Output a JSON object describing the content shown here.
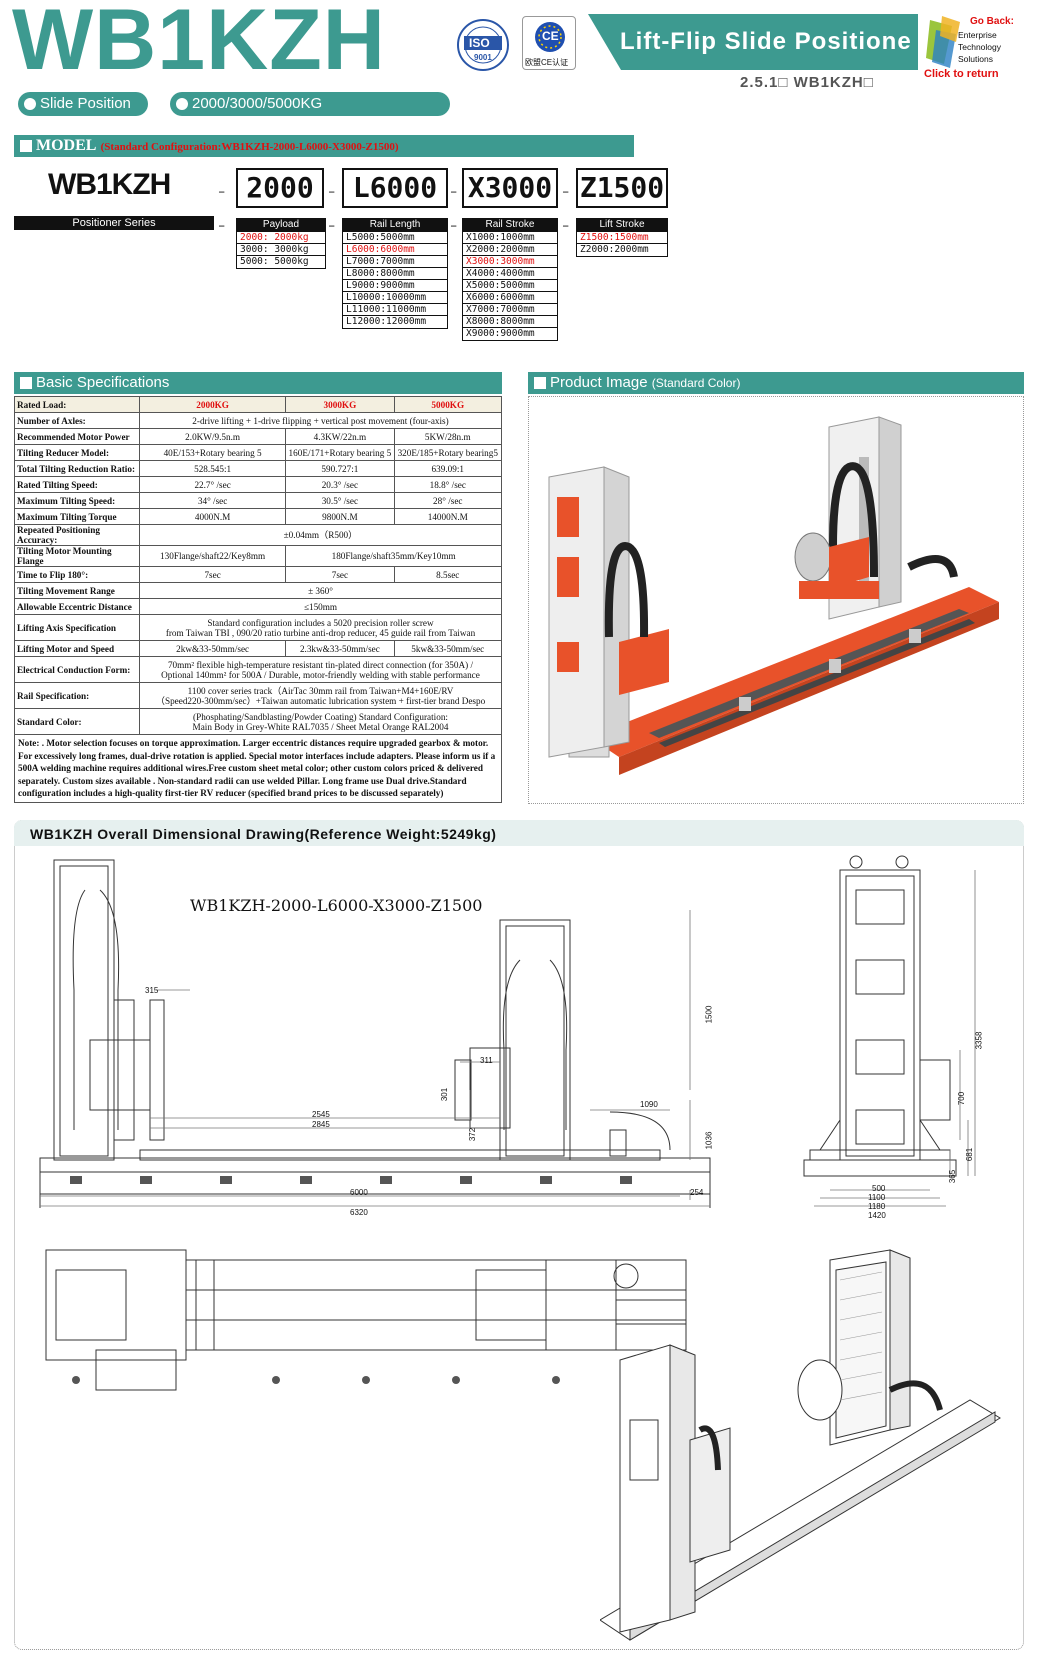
{
  "header": {
    "model_title": "WB1KZH",
    "iso_label": "ISO",
    "iso_sub": "9001",
    "ce_label": "CE",
    "ce_sub": "欧盟CE认证",
    "banner_title": "Lift-Flip Slide Positione",
    "sub_ref": "2.5.1□ WB1KZH□",
    "go_back": "Go Back:",
    "company_lines": [
      "Enterprise",
      "Technology",
      "Solutions"
    ],
    "click_return": "Click to return"
  },
  "pills": {
    "type": "Slide Position",
    "weights": "2000/3000/5000KG"
  },
  "model_section": {
    "title": "MODEL",
    "config": "(Standard Configuration:WB1KZH-2000-L6000-X3000-Z1500)",
    "series_code": "WB1KZH",
    "series_label": "Positioner Series",
    "codes": [
      "2000",
      "L6000",
      "X3000",
      "Z1500"
    ],
    "groups": [
      {
        "label": "Payload",
        "options": [
          "2000: 2000kg",
          "3000: 3000kg",
          "5000: 5000kg"
        ],
        "selected": 0
      },
      {
        "label": "Rail Length",
        "options": [
          "L5000:5000mm",
          "L6000:6000mm",
          "L7000:7000mm",
          "L8000:8000mm",
          "L9000:9000mm",
          "L10000:10000mm",
          "L11000:11000mm",
          "L12000:12000mm"
        ],
        "selected": 1
      },
      {
        "label": "Rail Stroke",
        "options": [
          "X1000:1000mm",
          "X2000:2000mm",
          "X3000:3000mm",
          "X4000:4000mm",
          "X5000:5000mm",
          "X6000:6000mm",
          "X7000:7000mm",
          "X8000:8000mm",
          "X9000:9000mm"
        ],
        "selected": 2
      },
      {
        "label": "Lift Stroke",
        "options": [
          "Z1500:1500mm",
          "Z2000:2000mm"
        ],
        "selected": 0
      }
    ]
  },
  "spec_section": {
    "title": "Basic Specifications",
    "header": [
      "Rated Load:",
      "2000KG",
      "3000KG",
      "5000KG"
    ],
    "rows": [
      {
        "label": "Number of Axles:",
        "span": "2-drive lifting + 1-drive flipping + vertical post movement (four-axis)"
      },
      {
        "label": "Recommended Motor Power",
        "cells": [
          "2.0KW/9.5n.m",
          "4.3KW/22n.m",
          "5KW/28n.m"
        ]
      },
      {
        "label": "Tilting Reducer Model:",
        "cells": [
          "40E/153+Rotary bearing 5",
          "160E/171+Rotary bearing 5",
          "320E/185+Rotary bearing5"
        ]
      },
      {
        "label": "Total Tilting Reduction Ratio:",
        "cells": [
          "528.545:1",
          "590.727:1",
          "639.09:1"
        ]
      },
      {
        "label": "Rated Tilting Speed:",
        "cells": [
          "22.7° /sec",
          "20.3° /sec",
          "18.8° /sec"
        ]
      },
      {
        "label": "Maximum Tilting Speed:",
        "cells": [
          "34° /sec",
          "30.5° /sec",
          "28° /sec"
        ]
      },
      {
        "label": "Maximum Tilting Torque",
        "cells": [
          "4000N.M",
          "9800N.M",
          "14000N.M"
        ]
      },
      {
        "label": "Repeated Positioning Accuracy:",
        "span": "±0.04mm（R500）"
      },
      {
        "label": "Tilting Motor Mounting Flange",
        "first": "130Flange/shaft22/Key8mm",
        "rest": "180Flange/shaft35mm/Key10mm"
      },
      {
        "label": "Time to Flip 180°:",
        "cells": [
          "7sec",
          "7sec",
          "8.5sec"
        ]
      },
      {
        "label": "Tilting Movement Range",
        "span": "± 360°"
      },
      {
        "label": "Allowable Eccentric Distance",
        "span": "≤150mm"
      },
      {
        "label": "Lifting Axis Specification",
        "span2": [
          "Standard configuration includes a 5020 precision roller screw",
          "from Taiwan TBI , 090/20 ratio turbine anti-drop reducer, 45 guide rail from Taiwan"
        ]
      },
      {
        "label": "Lifting Motor and Speed",
        "cells": [
          "2kw&33-50mm/sec",
          "2.3kw&33-50mm/sec",
          "5kw&33-50mm/sec"
        ]
      },
      {
        "label": "Electrical Conduction Form:",
        "span2": [
          "70mm²  flexible high-temperature resistant tin-plated direct connection (for 350A) /",
          "Optional 140mm²  for 500A / Durable, motor-friendly welding with stable performance"
        ]
      },
      {
        "label": "Rail Specification:",
        "span2": [
          "1100  cover series track（AirTac 30mm rail from Taiwan+M4+160E/RV",
          "（Speed220-300mm/sec）+Taiwan  automatic lubrication system + first-tier brand Despo"
        ]
      },
      {
        "label": "Standard Color:",
        "span2": [
          "(Phosphating/Sandblasting/Powder Coating) Standard Configuration:",
          "Main Body in Grey-White RAL7035  / Sheet Metal Orange RAL2004"
        ]
      }
    ],
    "note": "Note: . Motor selection focuses on torque approximation. Larger eccentric distances require upgraded gearbox & motor. For excessively long frames, dual-drive rotation is applied. Special motor interfaces include adapters. Please inform us if a 500A welding machine requires additional wires.Free custom sheet metal color; other custom colors priced & delivered separately. Custom sizes available . Non-standard radii can use welded Pillar. Long frame use Dual drive.Standard configuration includes a high-quality first-tier RV reducer (specified brand prices to be discussed separately)"
  },
  "product_section": {
    "title": "Product Image",
    "title_suffix": "(Standard Color)"
  },
  "drawing_section": {
    "title": "WB1KZH Overall Dimensional Drawing(Reference Weight:5249kg)",
    "model_caption": "WB1KZH-2000-L6000-X3000-Z1500",
    "dims_front": [
      "315",
      "311",
      "1500",
      "301",
      "1090",
      "2545",
      "2845",
      "372",
      "1036",
      "6000",
      "254",
      "6320"
    ],
    "dims_side": [
      "3358",
      "700",
      "681",
      "365",
      "500",
      "1100",
      "1180",
      "1420"
    ]
  },
  "colors": {
    "accent": "#3d9a90",
    "orange": "#e8522a",
    "grey_white": "#e8e8e8",
    "red_text": "#e01010"
  }
}
